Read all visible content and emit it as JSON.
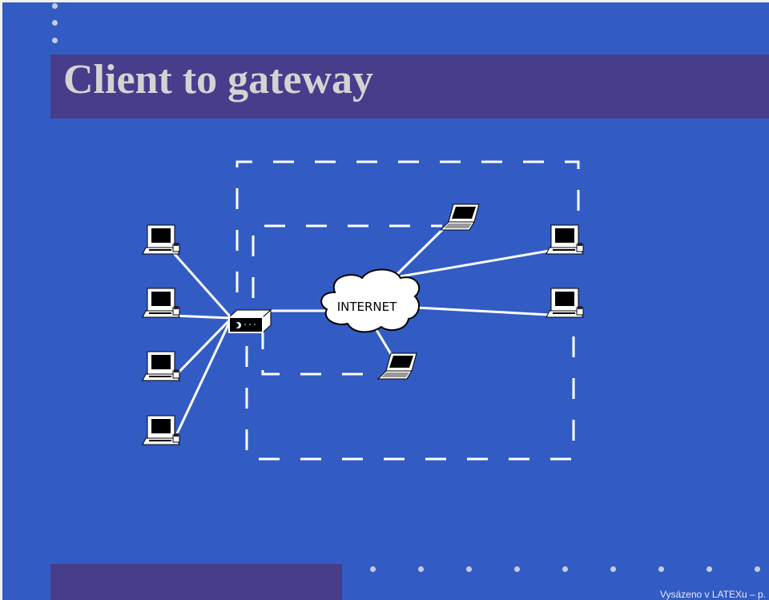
{
  "slide": {
    "title": "Client to gateway",
    "footer": "Vysázeno v LATEXu – p.",
    "colors": {
      "background": "#325cc4",
      "title_bar": "#483d8b",
      "title_text": "#d3d3d3"
    }
  },
  "diagram": {
    "cloud_label": "INTERNET"
  }
}
